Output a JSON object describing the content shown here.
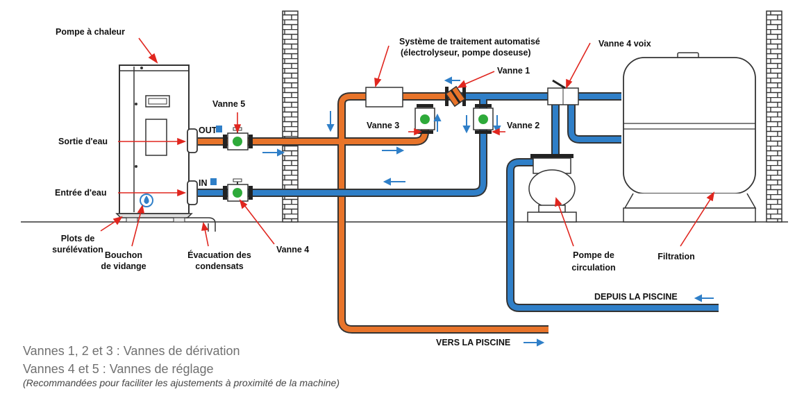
{
  "colors": {
    "hot_pipe": "#e8742a",
    "cold_pipe": "#2f7fc8",
    "pointer": "#e0261f",
    "flow_arrow": "#2f7fc8",
    "valve_ball": "#2eaa3a",
    "outline": "#333333",
    "caption": "#707070"
  },
  "labels": {
    "heat_pump": "Pompe à chaleur",
    "water_out": "Sortie d'eau",
    "water_in": "Entrée d'eau",
    "feet_line1": "Plots de",
    "feet_line2": "surélévation",
    "drain_line1": "Bouchon",
    "drain_line2": "de vidange",
    "condensate_line1": "Évacuation des",
    "condensate_line2": "condensats",
    "valve5": "Vanne 5",
    "valve4": "Vanne 4",
    "valve3": "Vanne 3",
    "valve2": "Vanne 2",
    "valve1": "Vanne 1",
    "treatment_line1": "Système de traitement automatisé",
    "treatment_line2": "(électrolyseur, pompe doseuse)",
    "four_way": "Vanne 4 voix",
    "pump_line1": "Pompe de",
    "pump_line2": "circulation",
    "filtration": "Filtration",
    "from_pool": "DEPUIS LA PISCINE",
    "to_pool": "VERS LA PISCINE",
    "out_tag": "OUT",
    "in_tag": "IN"
  },
  "captions": {
    "line1": "Vannes 1, 2 et 3 : Vannes de dérivation",
    "line2": "Vannes 4 et 5 : Vannes de réglage",
    "line3": "(Recommandées pour faciliter les ajustements à proximité de la machine)"
  },
  "icons": {
    "drain_plug": "water-drop-icon",
    "flow_arrows": "arrow-icon",
    "wall": "brick-wall"
  }
}
